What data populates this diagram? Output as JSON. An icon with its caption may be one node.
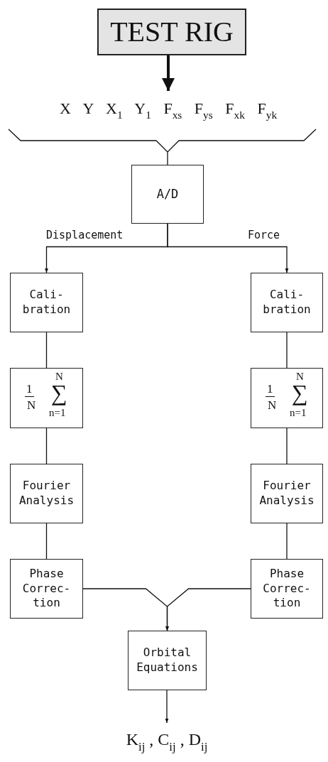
{
  "diagram": {
    "nodes": [
      {
        "text": [
          "TEST RIG"
        ]
      },
      {
        "text": [
          "X Y X$_{1}$ Y$_{1}$ F$_{xs}$ F$_{ys}$ F$_{xk}$ F$_{yk}$"
        ]
      },
      {
        "text": [
          "A/D"
        ]
      },
      {
        "text": [
          "Cali- bration"
        ]
      },
      {
        "text": [
          "Cali- bration"
        ]
      },
      {
        "text": [
          "1",
          "N",
          "N",
          "∑",
          "n=1"
        ]
      },
      {
        "text": [
          "1",
          "N",
          "N",
          "∑",
          "n=1"
        ]
      },
      {
        "text": [
          "Fourier Analysis"
        ]
      },
      {
        "text": [
          "Fourier Analysis"
        ]
      },
      {
        "text": [
          "Phase Correc- tion"
        ]
      },
      {
        "text": [
          "Phase Correc- tion"
        ]
      },
      {
        "text": [
          "Orbital Equations"
        ]
      },
      {
        "text": [
          "K$_{ij}$ , C$_{ij}$ , D$_{ij}$"
        ]
      }
    ],
    "edges": [
      {
        "from": 0,
        "to": 1,
        "arrow": "to",
        "style": "thick"
      },
      {
        "from": 1,
        "to": 2,
        "arrow": "none"
      },
      {
        "from": 2,
        "to": 3,
        "arrow": "to",
        "label": "Displacement"
      },
      {
        "from": 2,
        "to": 4,
        "arrow": "to",
        "label": "Force"
      },
      {
        "from": 3,
        "to": 5,
        "arrow": "none"
      },
      {
        "from": 4,
        "to": 6,
        "arrow": "none"
      },
      {
        "from": 5,
        "to": 7,
        "arrow": "none"
      },
      {
        "from": 6,
        "to": 8,
        "arrow": "none"
      },
      {
        "from": 7,
        "to": 9,
        "arrow": "none"
      },
      {
        "from": 8,
        "to": 10,
        "arrow": "none"
      },
      {
        "from": 9,
        "to": 11,
        "arrow": "to"
      },
      {
        "from": 10,
        "to": 11,
        "arrow": "to"
      },
      {
        "from": 11,
        "to": 12,
        "arrow": "to"
      }
    ]
  }
}
